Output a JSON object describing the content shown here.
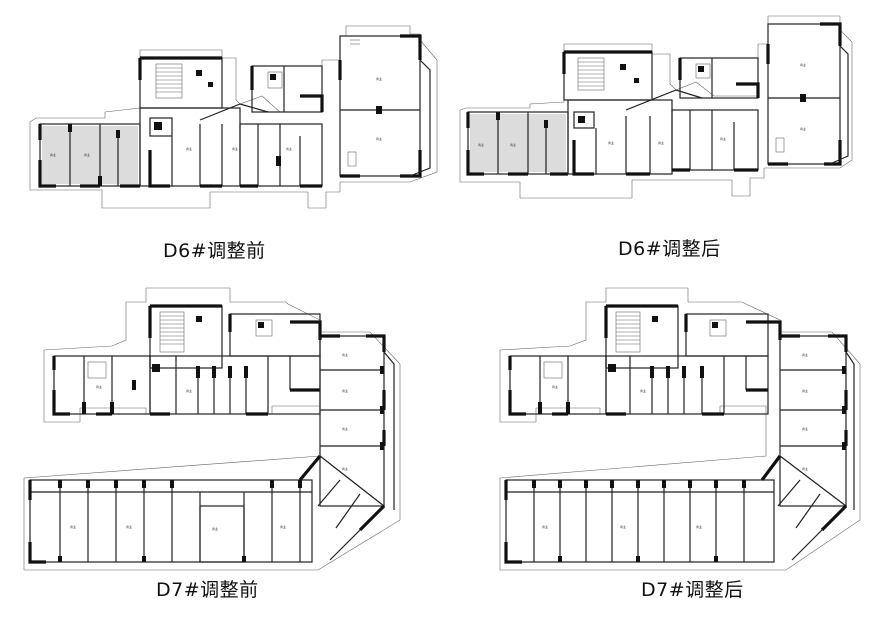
{
  "captions": {
    "d6_before": "D6#调整前",
    "d6_after": "D6#调整后",
    "d7_before": "D7#调整前",
    "d7_after": "D7#调整后"
  }
}
